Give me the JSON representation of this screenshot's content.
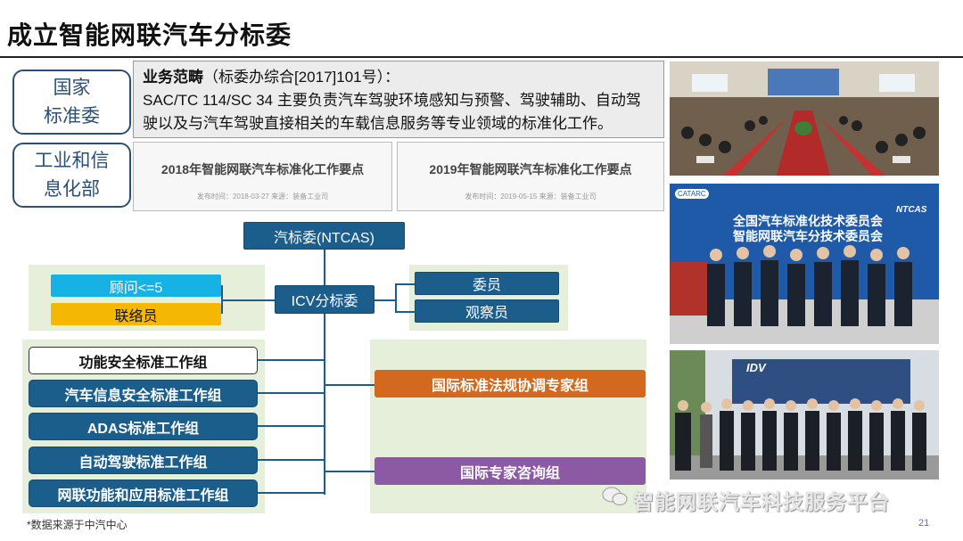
{
  "page": {
    "title": "成立智能网联汽车分标委",
    "page_number": "21",
    "source_note": "*数据来源于中汽中心",
    "watermark": "智能网联汽车科技服务平台"
  },
  "left_labels": {
    "guojia": "国家\n标准委",
    "gongxinbu": "工业和信\n息化部"
  },
  "scope": {
    "heading": "业务范畴",
    "ref": "（标委办综合[2017]101号）：",
    "body": "SAC/TC 114/SC 34 主要负责汽车驾驶环境感知与预警、驾驶辅助、自动驾驶以及与汽车驾驶直接相关的车载信息服务等专业领域的标准化工作。"
  },
  "docs": [
    {
      "headline": "2018年智能网联汽车标准化工作要点",
      "meta": "发布时间：2018-03-27  来源：装备工业司"
    },
    {
      "headline": "2019年智能网联汽车标准化工作要点",
      "meta": "发布时间：2019-05-15  来源：装备工业司"
    }
  ],
  "org": {
    "top": "汽标委(NTCAS)",
    "center": "ICV分标委",
    "adviser": "顾问<=5",
    "liaison": "联络员",
    "member": "委员",
    "observer": "观察员",
    "working_groups": [
      "功能安全标准工作组",
      "汽车信息安全标准工作组",
      "ADAS标准工作组",
      "自动驾驶标准工作组",
      "网联功能和应用标准工作组"
    ],
    "intl_groups": [
      "国际标准法规协调专家组",
      "国际专家咨询组"
    ]
  },
  "photos": {
    "banner_text": "全国汽车标准化技术委员会\n智能网联汽车分技术委员会",
    "logo_left": "CATARC",
    "logo_right": "NTCAS",
    "idv_logo": "IDV"
  },
  "colors": {
    "navy": "#1b5e8c",
    "cyan": "#16b2e6",
    "gold": "#f6b700",
    "orange": "#d2691e",
    "purple": "#8c5aa5",
    "panel_green": "#e5efd9"
  }
}
